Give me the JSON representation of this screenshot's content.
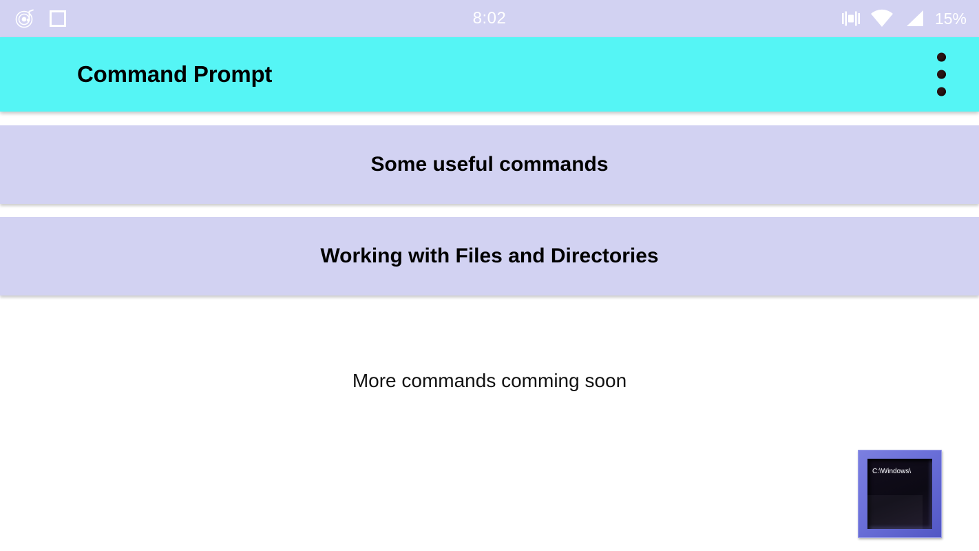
{
  "statusbar": {
    "clock": "8:02",
    "battery": "15%",
    "icons": {
      "media": "music-note-icon",
      "square": "square-outline-icon",
      "vibrate": "vibrate-icon",
      "wifi": "wifi-icon",
      "signal": "signal-bars-icon"
    },
    "background_color": "#d2d2f2",
    "foreground_color": "#ffffff"
  },
  "appbar": {
    "title": "Command Prompt",
    "background_color": "#55f5f5",
    "title_color": "#000000",
    "overflow_menu": "more-options-icon"
  },
  "main": {
    "cards": [
      {
        "label": "Some useful commands"
      },
      {
        "label": "Working with Files and Directories"
      }
    ],
    "note": "More commands comming soon",
    "card_color": "#d2d2f2"
  },
  "thumbnail": {
    "name": "command-prompt-icon",
    "path_text": "C:\\Windows\\",
    "frame_color": "#6a6fd8",
    "screen_color": "#0c0a14"
  }
}
